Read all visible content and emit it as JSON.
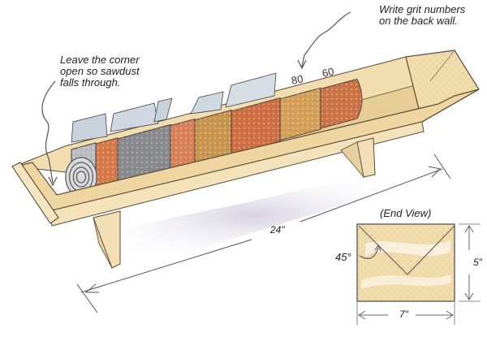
{
  "annotations": {
    "back_wall": "Write grit numbers\non the back wall.",
    "corner": "Leave the corner\nopen so sawdust\nfalls through."
  },
  "grit_labels": [
    "80",
    "60"
  ],
  "dimensions": {
    "length": "24\"",
    "end_view_title": "(End View)",
    "angle": "45°",
    "height": "5\"",
    "width": "7\""
  },
  "rolls": [
    {
      "name": "silver-roll",
      "color": "#b9bcc0"
    },
    {
      "name": "red-grit-roll",
      "color": "#d8794a"
    },
    {
      "name": "gray-grit-roll",
      "color": "#8a8b8e"
    },
    {
      "name": "orange-band-roll",
      "color": "#d9825a"
    },
    {
      "name": "tan-grit-roll",
      "color": "#c9964e"
    },
    {
      "name": "red-grit-roll-2",
      "color": "#cf6f44"
    },
    {
      "name": "tan-grit-roll-2",
      "color": "#d4a057"
    },
    {
      "name": "red-grit-roll-3",
      "color": "#cd7447"
    }
  ],
  "colors": {
    "wood": "#eed8a8",
    "wood_dark": "#d9b878",
    "outline": "#5a4a3a",
    "shadow": "#c9c3d8",
    "metal": "#c8d2dc"
  }
}
